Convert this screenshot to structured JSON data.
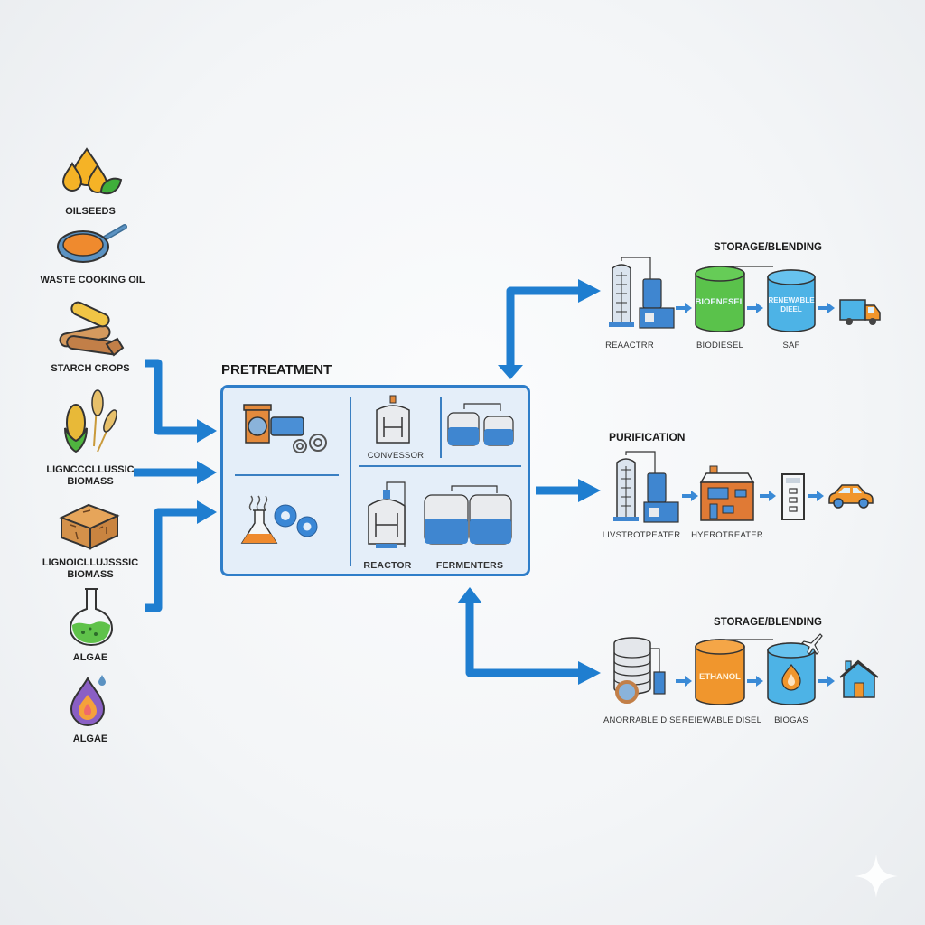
{
  "diagram": {
    "title": "Biofuel production process flow",
    "colors": {
      "arrow": "#1f7ed0",
      "box_fill": "#e3eef9",
      "box_border": "#2f7ec9",
      "biodiesel_tank": "#55c248",
      "renewable_tank": "#4db3e6",
      "ethanol_tank": "#f0962d",
      "biogas_tank": "#4db3e6"
    },
    "feedstocks": [
      {
        "label": "OILSEEDS",
        "icon": "oil-drops-leaf-icon"
      },
      {
        "label": "WASTE COOKING OIL",
        "icon": "frying-pan-icon"
      },
      {
        "label": "STARCH CROPS",
        "icon": "corn-logs-icon"
      },
      {
        "label_line1": "LIGNCCCLLUSSIC",
        "label_line2": "BIOMASS",
        "icon": "corn-wheat-icon"
      },
      {
        "label_line1": "LIGNOICLLUJSSSIC",
        "label_line2": "BIOMASS",
        "icon": "hay-bale-icon"
      },
      {
        "label": "ALGAE",
        "icon": "flask-algae-icon"
      },
      {
        "label": "ALGAE",
        "icon": "flame-drop-icon"
      }
    ],
    "pretreatment": {
      "title": "PRETREATMENT",
      "equipment": [
        {
          "label": "",
          "icon": "grinder-gears-icon"
        },
        {
          "label": "",
          "icon": "flask-gears-icon"
        },
        {
          "label": "CONVESSOR",
          "icon": "vessel-icon"
        },
        {
          "label": "",
          "icon": "small-fermenters-icon"
        },
        {
          "label": "REACTOR",
          "icon": "reactor-icon"
        },
        {
          "label": "FERMENTERS",
          "icon": "fermenters-icon"
        }
      ]
    },
    "pathways": [
      {
        "title": "STORAGE/BLENDING",
        "steps": [
          {
            "label": "REAACTRR",
            "icon": "distillation-column-icon"
          },
          {
            "label": "BIODIESEL",
            "tank_text": "BIOENESEL",
            "icon": "biodiesel-tank-icon"
          },
          {
            "label": "SAF",
            "tank_text_line1": "RENEWABLE",
            "tank_text_line2": "DIEEL",
            "icon": "renewable-tank-icon"
          },
          {
            "label": "",
            "icon": "delivery-truck-icon"
          }
        ]
      },
      {
        "title": "PURIFICATION",
        "steps": [
          {
            "label": "LIVSTROTPEATER",
            "icon": "distillation-column-icon"
          },
          {
            "label": "HYEROTREATER",
            "icon": "hydrotreater-building-icon"
          },
          {
            "label": "",
            "icon": "fuel-pump-icon"
          },
          {
            "label": "",
            "icon": "car-icon"
          }
        ]
      },
      {
        "title": "STORAGE/BLENDING",
        "steps": [
          {
            "label": "ANORRABLE DISE",
            "icon": "digester-icon"
          },
          {
            "label": "REIEWABLE DISEL",
            "tank_text": "ETHANOL",
            "icon": "ethanol-tank-icon"
          },
          {
            "label": "BIOGAS",
            "icon": "biogas-tank-icon"
          },
          {
            "label": "",
            "icon": "house-icon"
          }
        ]
      }
    ]
  }
}
